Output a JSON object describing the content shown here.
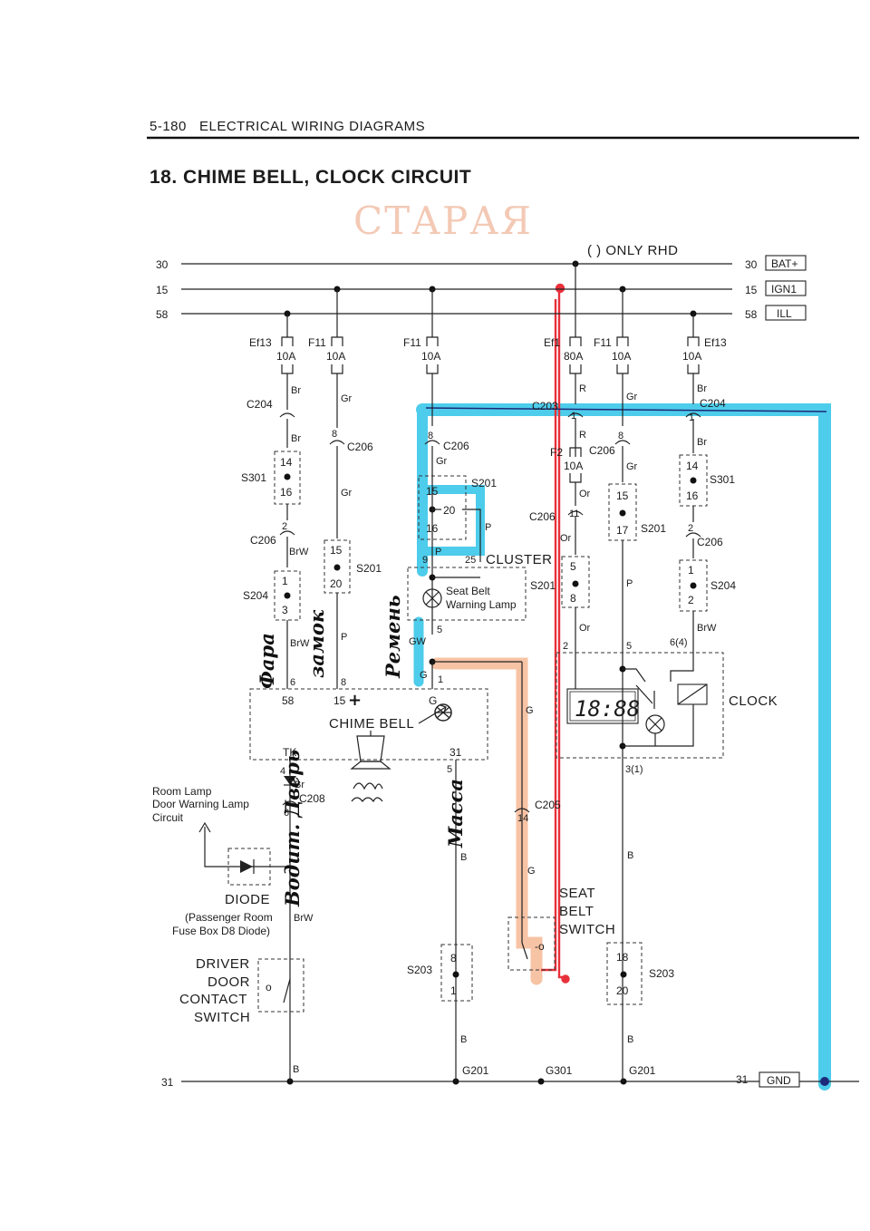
{
  "header": {
    "page_ref": "5-180",
    "section": "ELECTRICAL WIRING DIAGRAMS",
    "title": "18. CHIME BELL, CLOCK CIRCUIT",
    "stamp_note": "СТАРАЯ"
  },
  "rails": {
    "left": [
      "30",
      "15",
      "58",
      "31"
    ],
    "right": [
      {
        "num": "30",
        "tag": "BAT+"
      },
      {
        "num": "15",
        "tag": "IGN1"
      },
      {
        "num": "58",
        "tag": "ILL"
      },
      {
        "num": "31",
        "tag": "GND"
      }
    ],
    "only_rhd": "(     ) ONLY RHD"
  },
  "fuses": {
    "ef13_left": {
      "name": "Ef13",
      "rating": "10A"
    },
    "f11_a": {
      "name": "F11",
      "rating": "10A"
    },
    "f11_b": {
      "name": "F11",
      "rating": "10A"
    },
    "ef1": {
      "name": "Ef1",
      "rating": "80A"
    },
    "f11_c": {
      "name": "F11",
      "rating": "10A"
    },
    "ef13_right": {
      "name": "Ef13",
      "rating": "10A"
    },
    "f2": {
      "name": "F2",
      "rating": "10A"
    }
  },
  "connectors": {
    "c204": "C204",
    "c206": "C206",
    "c203": "C203",
    "c208": "C208",
    "c205": "C205",
    "s301": "S301",
    "s201": "S201",
    "s204": "S204",
    "s203": "S203",
    "g201": "G201",
    "g301": "G301"
  },
  "wires": {
    "br": "Br",
    "gr": "Gr",
    "brw": "BrW",
    "p": "P",
    "r": "R",
    "or": "Or",
    "g": "G",
    "gw": "GW",
    "b": "B"
  },
  "pins": {
    "n1": "1",
    "n2": "2",
    "n3": "3",
    "n4": "4",
    "n5": "5",
    "n6": "6",
    "n8": "8",
    "n9": "9",
    "n11": "11",
    "n14": "14",
    "n15": "15",
    "n16": "16",
    "n17": "17",
    "n18": "18",
    "n20": "20",
    "n25": "25",
    "n31": "31",
    "n58": "58",
    "n64": "6(4)",
    "n31p": "3(1)",
    "tk": "TK",
    "n15p": "15"
  },
  "components": {
    "cluster": "CLUSTER",
    "seat_belt_lamp_1": "Seat Belt",
    "seat_belt_lamp_2": "Warning Lamp",
    "chime_bell": "CHIME BELL",
    "clock": "CLOCK",
    "clock_display": "18:88",
    "seat_belt_switch": [
      "SEAT",
      "BELT",
      "SWITCH"
    ],
    "diode": "DIODE",
    "diode_note_1": "(Passenger Room",
    "diode_note_2": "Fuse Box D8 Diode)",
    "room_lamp": [
      "Room Lamp",
      "Door Warning Lamp",
      "Circuit"
    ],
    "driver_door": [
      "DRIVER",
      "DOOR",
      "CONTACT",
      "SWITCH"
    ]
  },
  "handwritten": {
    "fara": "Фара",
    "zamok": "замок",
    "remen": "Ремень",
    "massa": "Масса",
    "dveri": "Водит. Дверь",
    "plus": "+"
  },
  "markup_colors": {
    "blue": "#2ec4e8",
    "red": "#e8303a",
    "orange": "#f5b48f"
  }
}
